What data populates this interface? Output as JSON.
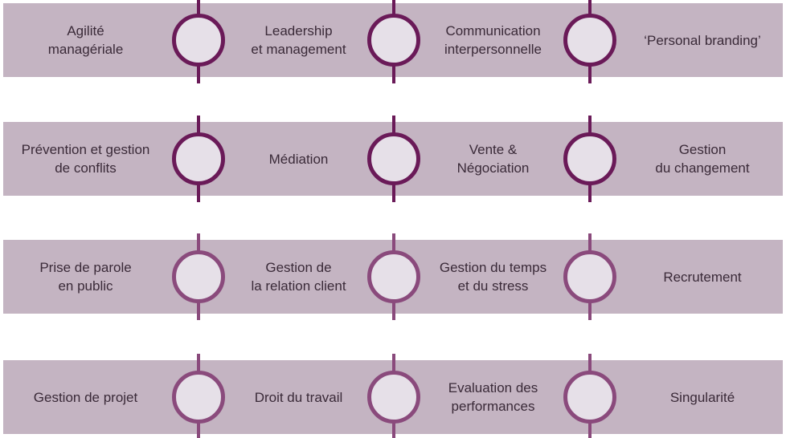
{
  "diagram": {
    "rows": [
      {
        "tone": "dark",
        "items": [
          "Agilité\nmanagériale",
          "Leadership\net management",
          "Communication\ninterpersonnelle",
          "‘Personal branding’"
        ]
      },
      {
        "tone": "dark",
        "items": [
          "Prévention et gestion\nde conflits",
          "Médiation",
          "Vente &\nNégociation",
          "Gestion\ndu changement"
        ]
      },
      {
        "tone": "light",
        "items": [
          "Prise de parole\nen public",
          "Gestion de\nla relation client",
          "Gestion du temps\net du stress",
          "Recrutement"
        ]
      },
      {
        "tone": "light",
        "items": [
          "Gestion de projet",
          "Droit du travail",
          "Evaluation des\nperformances",
          "Singularité"
        ]
      }
    ],
    "colors": {
      "band": "#c4b4c2",
      "node_fill": "#e6e0e8",
      "connector_dark": "#6a1a58",
      "connector_light": "#8a4a7c",
      "text": "#3a2a38"
    }
  }
}
